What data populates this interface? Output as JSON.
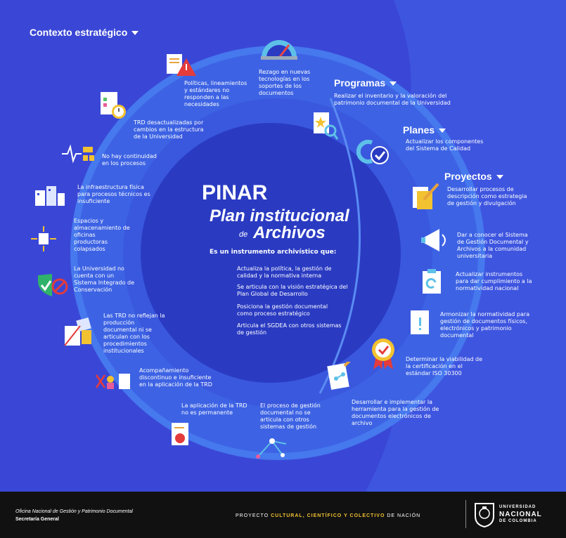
{
  "headings": {
    "contexto": "Contexto estratégico",
    "programas": "Programas",
    "planes": "Planes",
    "proyectos": "Proyectos"
  },
  "center": {
    "pinar": "PINAR",
    "line1": "Plan institucional",
    "de": "de",
    "archivos": "Archivos",
    "intro": "Es un instrumento archivístico que:",
    "points": [
      "Actualiza la política, la gestión de calidad y la normativa interna",
      "Se articula con la visión estratégica del Plan Global de Desarrollo",
      "Posiciona la gestión documental como proceso estratégico",
      "Articula el SGDEA con otros sistemas de gestión"
    ]
  },
  "context_items": [
    "Rezago en nuevas tecnologías en los soportes de los documentos",
    "Políticas, lineamientos y estándares no responden a las necesidades",
    "TRD desactualizadas por cambios en la estructura de la Universidad",
    "No hay continuidad en los procesos",
    "La infraestructura física para procesos técnicos es insuficiente",
    "Espacios y almacenamiento de oficinas productoras colapsados",
    "La Universidad no cuenta con un Sistema Integrado de Conservación",
    "Las TRD no reflejan la producción documental ni se articulan con los procedimientos institucionales",
    "Acompañamiento discontinuo e insuficiente en la aplicación de la TRD",
    "La aplicación de la TRD no es permanente",
    "El proceso de gestión documental no se articula con otros sistemas de gestión"
  ],
  "programas_text": "Realizar el inventario y la valoración del patrimonio documental de la Universidad",
  "planes_text": "Actualizar los componentes del Sistema de Calidad",
  "proyectos_items": [
    "Desarrollar procesos de descripción como estrategia de gestión y divulgación",
    "Dar a conocer el Sistema de Gestión Documental y Archivos a la comunidad universitaria",
    "Actualizar instrumentos para dar cumplimiento a la normatividad nacional",
    "Armonizar la normatividad para gestión de documentos físicos, electrónicos y patrimonio documental",
    "Determinar la viabilidad de la certificación en el estándar ISO 30300",
    "Desarrollar e implementar la herramienta para la gestión de documentos electrónicos de archivo"
  ],
  "footer": {
    "office": "Oficina Nacional de Gestión y Patrimonio Documental",
    "secretaria": "Secretaría General",
    "proyecto_prefix": "PROYECTO",
    "proyecto_highlight": "CULTURAL, CIENTÍFICO Y COLECTIVO",
    "proyecto_suffix": "DE NACIÓN",
    "univ_line1": "UNIVERSIDAD",
    "univ_line2": "NACIONAL",
    "univ_line3": "DE COLOMBIA"
  },
  "colors": {
    "background": "#3a47d6",
    "ring": "#3f66e6",
    "ring_outer": "#4a7aee",
    "center": "#2a3bc2",
    "footer": "#111111",
    "accent_yellow": "#f2c230"
  }
}
